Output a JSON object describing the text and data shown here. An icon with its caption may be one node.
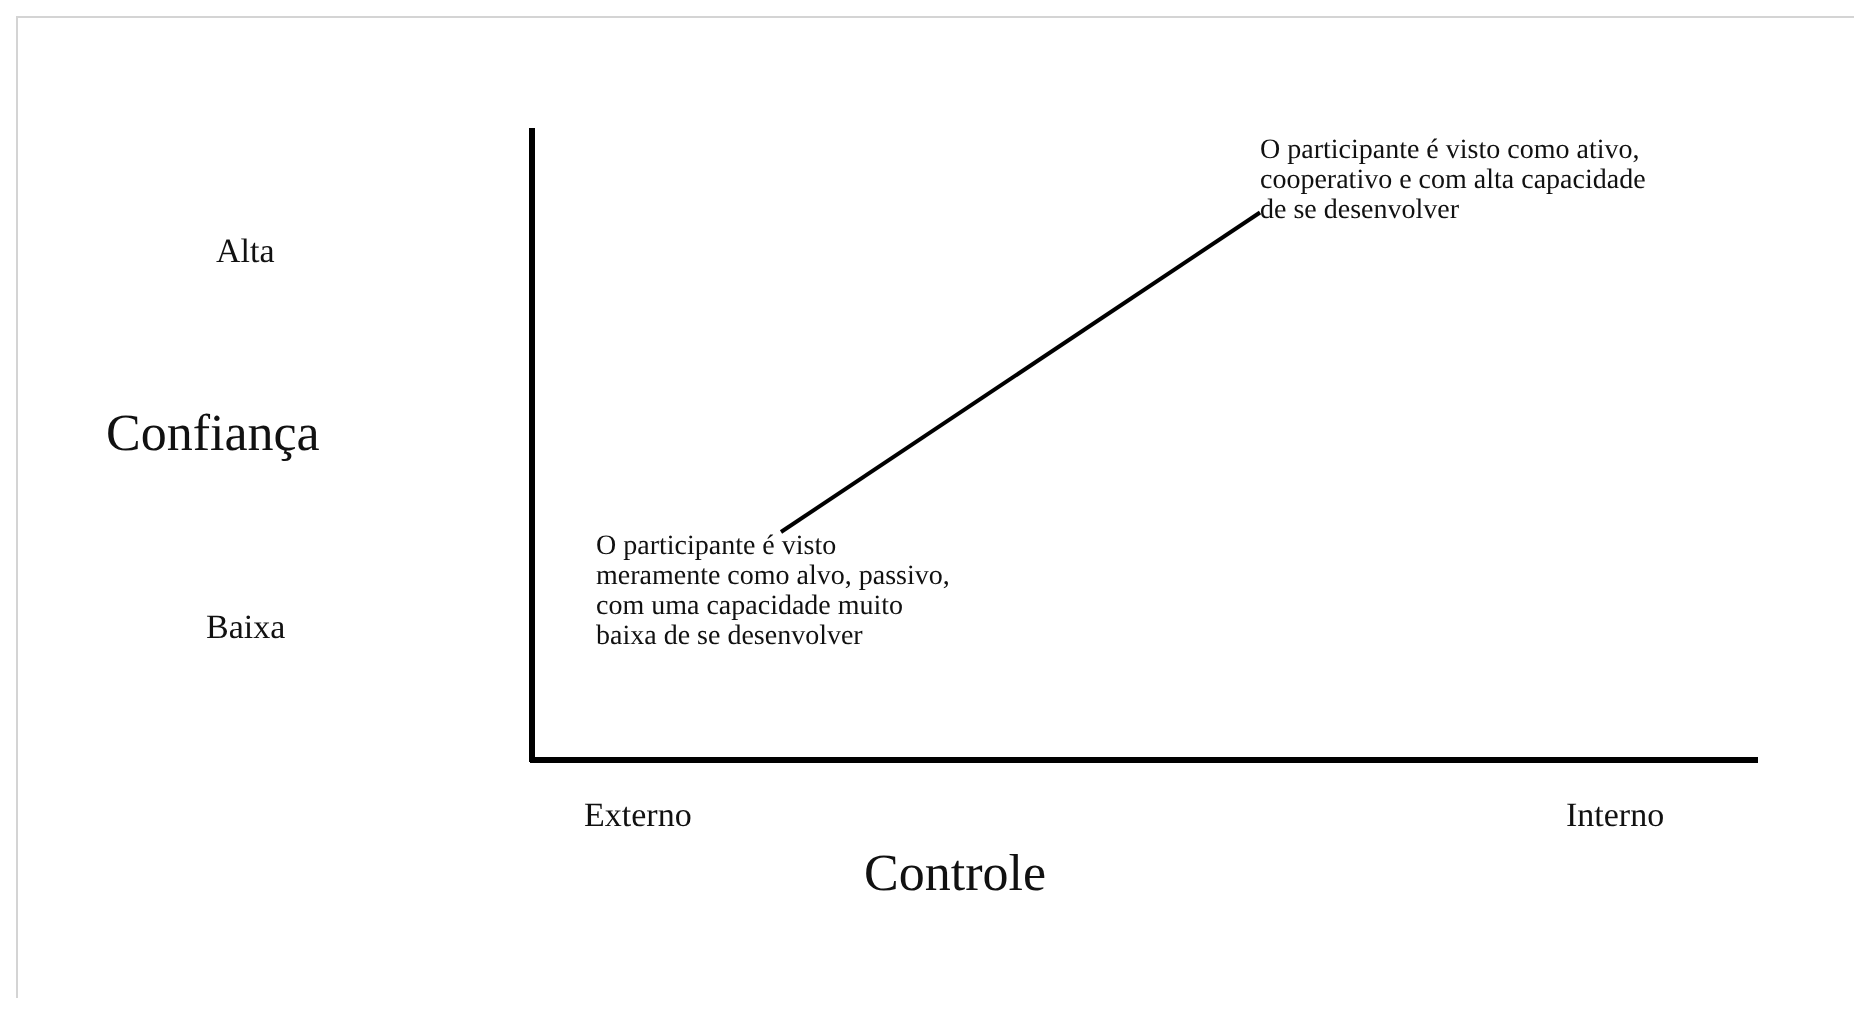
{
  "diagram": {
    "nodes": [
      {
        "text": [
          "O participante é visto meramente como alvo, passivo, com uma capacidade muito baixa de se desenvolver"
        ]
      },
      {
        "text": [
          "O participante é visto como ativo, cooperativo e com alta capacidade de se desenvolver"
        ]
      }
    ],
    "edges": [
      {
        "from": 0,
        "to": 1,
        "arrow": "none"
      }
    ],
    "labels": [
      "Alta",
      "Confiança",
      "Baixa",
      "Externo",
      "Interno",
      "Controle"
    ]
  }
}
